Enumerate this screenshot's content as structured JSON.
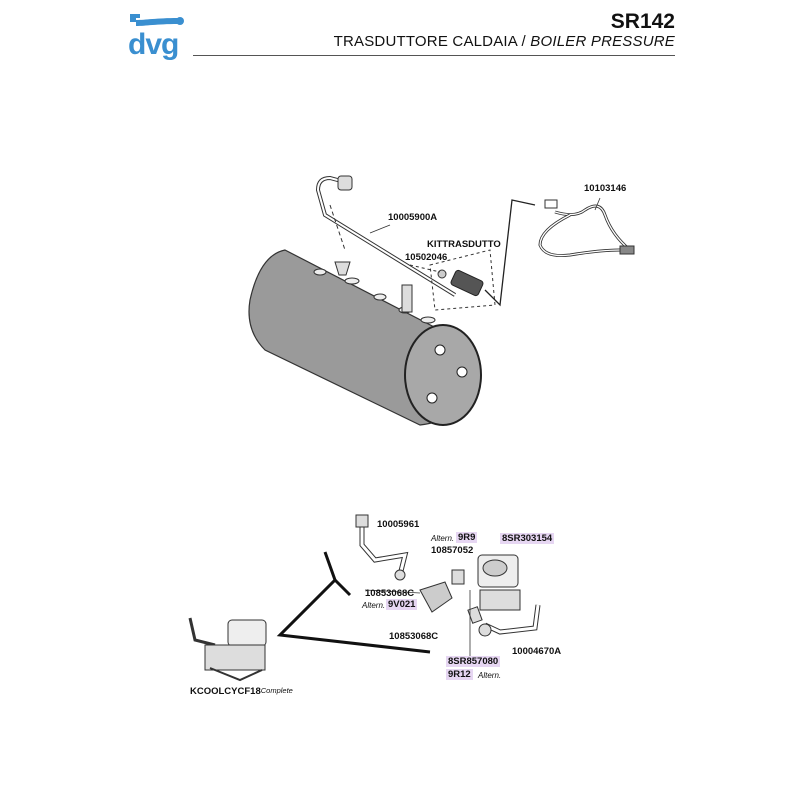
{
  "header": {
    "brand": "dvg",
    "code": "SR142",
    "title_it": "TRASDUTTORE CALDAIA /",
    "title_en": "BOILER PRESSURE"
  },
  "colors": {
    "brand": "#3a8fd0",
    "highlight": "#e6d6f2",
    "boiler": "#9a9a9a"
  },
  "top_parts": {
    "pipe": "10005900A",
    "cable": "10103146",
    "kit": "KITTRASDUTTO",
    "gasket": "10502046"
  },
  "bottom_parts": {
    "pipe_a": "10005961",
    "alt_9r9_note": "Altern.",
    "alt_9r9": "9R9",
    "valve": "8SR303154",
    "fitting_a": "10857052",
    "fitting_b": "10853068C",
    "alt_9v021_note": "Altern.",
    "alt_9v021": "9V021",
    "fitting_c": "10853068C",
    "pipe_b": "10004670A",
    "valve_b": "8SR857080",
    "alt_9r12": "9R12",
    "alt_9r12_note": "Altern.",
    "assembly": "KCOOLCYCF18",
    "assembly_note": "Complete"
  }
}
